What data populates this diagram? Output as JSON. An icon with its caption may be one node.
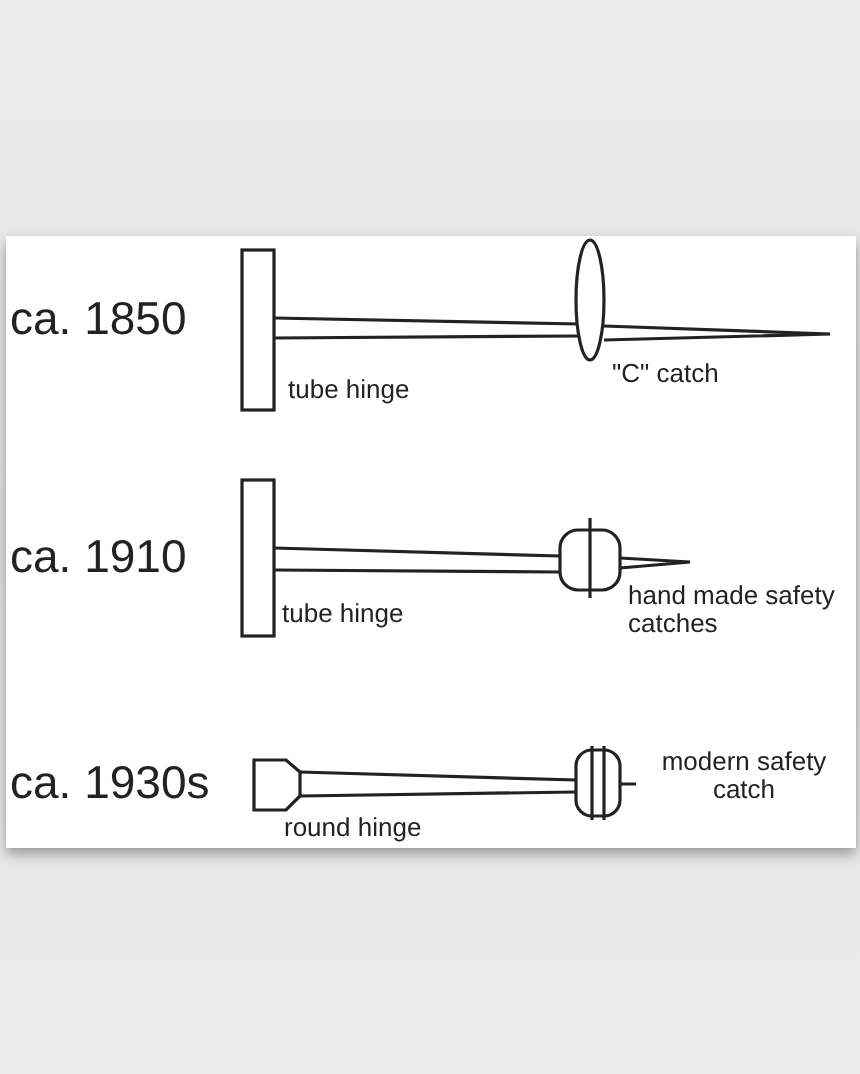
{
  "diagram": {
    "labels": [
      "ca. 1850",
      "tube hinge",
      "\"C\" catch",
      "ca. 1910",
      "tube hinge",
      "hand made safety catches",
      "ca. 1930s",
      "round hinge",
      "modern safety catch"
    ]
  }
}
